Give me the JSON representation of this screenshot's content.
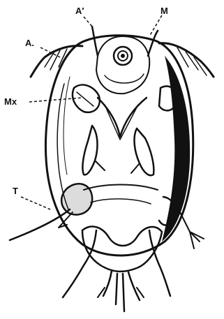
{
  "figure": {
    "labels": {
      "a_prime": "A′",
      "m": "M",
      "a": "A.",
      "mx": "Mx",
      "t": "T"
    }
  }
}
